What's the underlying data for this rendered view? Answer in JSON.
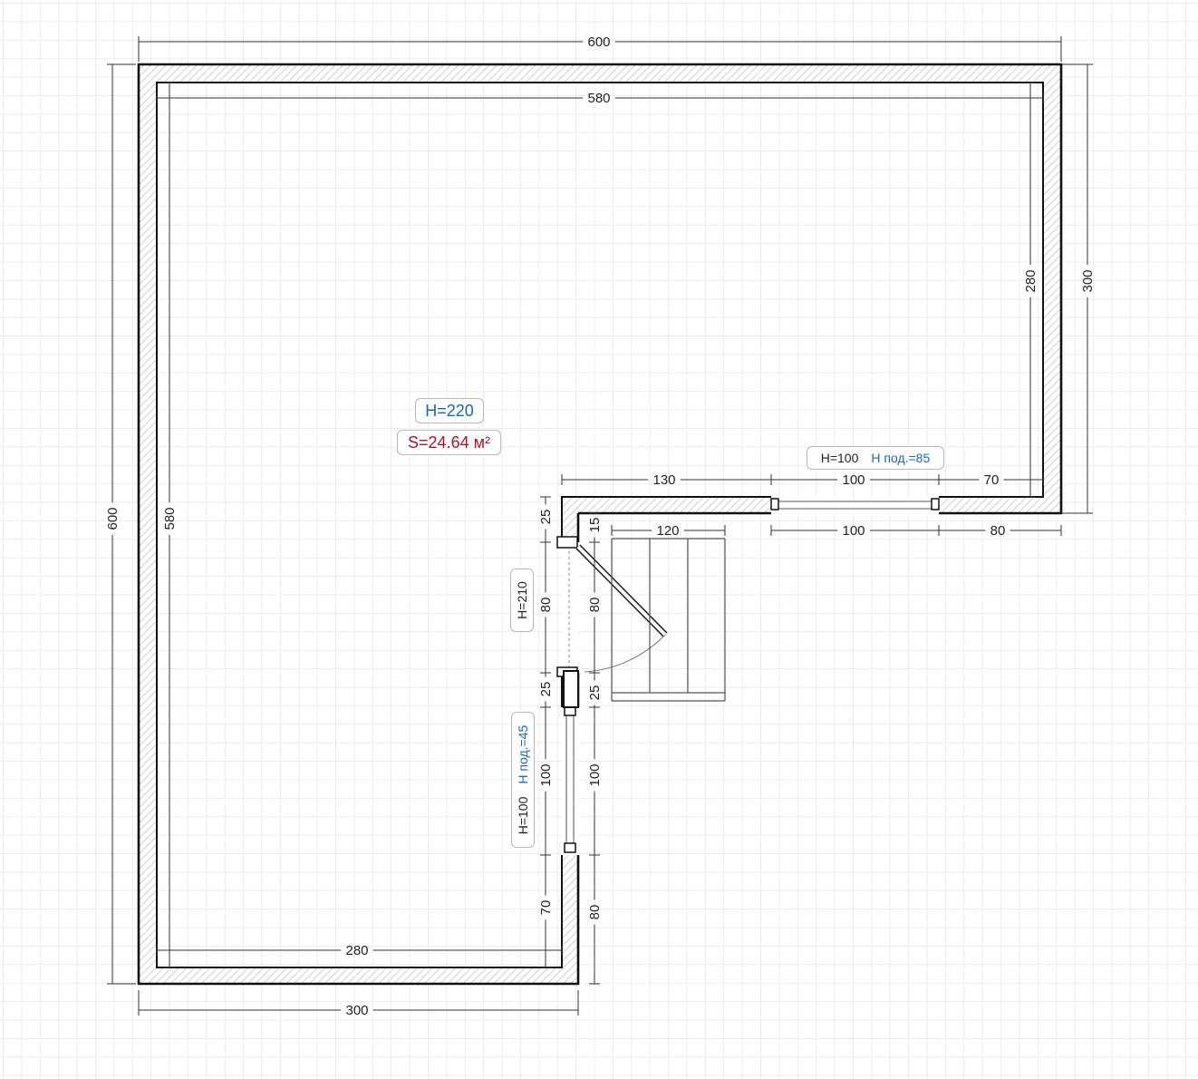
{
  "room": {
    "height_label": "H=220",
    "area_label": "S=24.64 м²"
  },
  "window_top": {
    "height_label": "H=100",
    "sill_label": "H под.=85"
  },
  "door": {
    "height_label": "H=210"
  },
  "window_left": {
    "height_label": "H=100",
    "sill_label": "H под.=45"
  },
  "dimensions": {
    "outer_top": "600",
    "inner_top": "580",
    "outer_left": "600",
    "inner_left": "580",
    "outer_right": "300",
    "inner_right": "280",
    "outer_bottom": "300",
    "inner_bottom": "280",
    "step_wall_inner": "130",
    "window_top_inner": "100",
    "window_top_pier_inner": "70",
    "window_top_outer": "100",
    "window_top_pier_outer": "80",
    "stair_width": "120",
    "door_top_pier_inner": "25",
    "door_top_pier_outer": "15",
    "door_inner": "80",
    "door_outer": "80",
    "door_bottom_pier_inner": "25",
    "door_bottom_pier_outer": "25",
    "window_left_inner": "100",
    "window_left_outer": "100",
    "bottom_pier_inner": "70",
    "bottom_pier_outer": "80"
  }
}
